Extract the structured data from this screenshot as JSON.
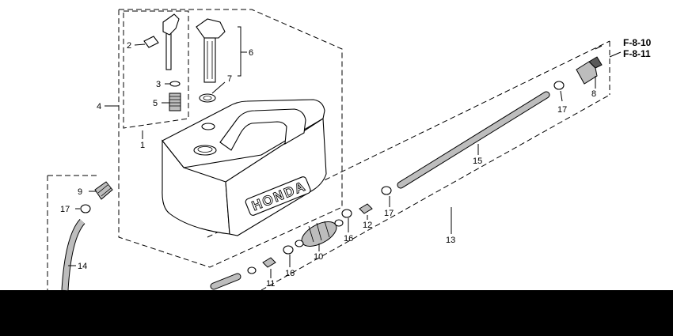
{
  "diagram": {
    "brand_text": "HONDA",
    "reference_codes": [
      "F-8-10",
      "F-8-11"
    ],
    "callouts": {
      "c1": "1",
      "c2": "2",
      "c3": "3",
      "c4": "4",
      "c5": "5",
      "c6": "6",
      "c7": "7",
      "c8": "8",
      "c9": "9",
      "c10": "10",
      "c11": "11",
      "c12": "12",
      "c13": "13",
      "c14": "14",
      "c15": "15",
      "c16a": "16",
      "c16b": "16",
      "c17a": "17",
      "c17b": "17",
      "c17c": "17"
    }
  }
}
